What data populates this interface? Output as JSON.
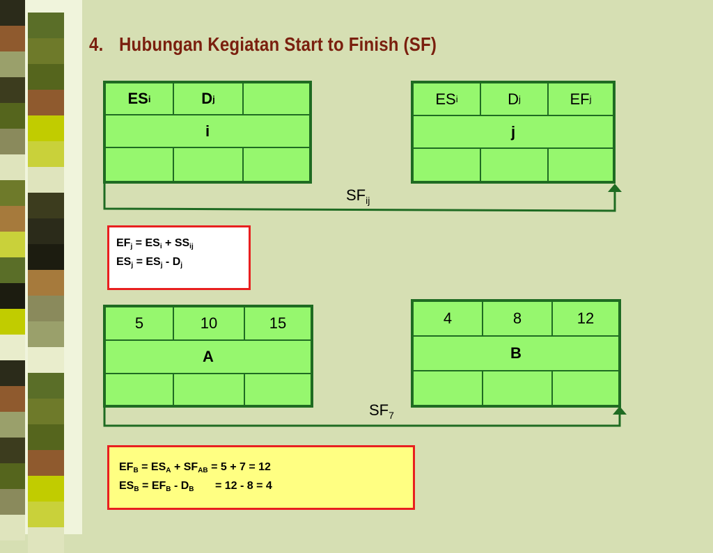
{
  "title": {
    "number": "4.",
    "text": "Hubungan Kegiatan Start to Finish (SF)"
  },
  "decor": {
    "strip_colors": [
      "#2b2b1a",
      "#8a8a5c",
      "#5a6e28",
      "#8f5a2e",
      "#dfe4bd",
      "#1c1c10",
      "#9aa06b",
      "#6e7a2a",
      "#c1cc00",
      "#3c3c1e",
      "#a67a3c",
      "#e9edcc",
      "#55651d",
      "#c9d13a"
    ]
  },
  "network_general": {
    "node_i": {
      "es_base": "ES",
      "es_sub": "i",
      "d_base": "D",
      "d_sub": "j",
      "name": "i"
    },
    "node_j": {
      "es_base": "ES",
      "es_sub": "i",
      "d_base": "D",
      "d_sub": "j",
      "ef_base": "EF",
      "ef_sub": "j",
      "name": "j"
    },
    "link_label_base": "SF",
    "link_label_sub": "ij"
  },
  "formula_general": {
    "l1": {
      "a": "EF",
      "a_sub": "j",
      "b": " = ES",
      "b_sub": "i",
      "c": " + SS",
      "c_sub": "ij"
    },
    "l2": {
      "a": "ES",
      "a_sub": "j",
      "b": " = ES",
      "b_sub": "j",
      "c": " - D",
      "c_sub": "j"
    }
  },
  "network_example": {
    "node_A": {
      "es": "5",
      "d": "10",
      "ef": "15",
      "name": "A"
    },
    "node_B": {
      "es": "4",
      "d": "8",
      "ef": "12",
      "name": "B"
    },
    "link_label_base": "SF",
    "link_label_sub": "7"
  },
  "formula_example": {
    "l1": {
      "a": "EF",
      "a_sub": "B",
      "b": " = ES",
      "b_sub": "A",
      "c": " + SF",
      "c_sub": "AB",
      "d": " = 5 + 7 = 12"
    },
    "l2": {
      "a": "ES",
      "a_sub": "B",
      "b": " = EF",
      "b_sub": "B",
      "c": " - D",
      "c_sub": "B",
      "d": " = 12 - 8 = 4"
    }
  },
  "colors": {
    "background": "#d6dfb3",
    "node_fill": "#96f76e",
    "node_border": "#1f6b22",
    "title": "#7a1f0e",
    "formula_border": "#e81f1f",
    "formula_example_fill": "#ffff82"
  }
}
